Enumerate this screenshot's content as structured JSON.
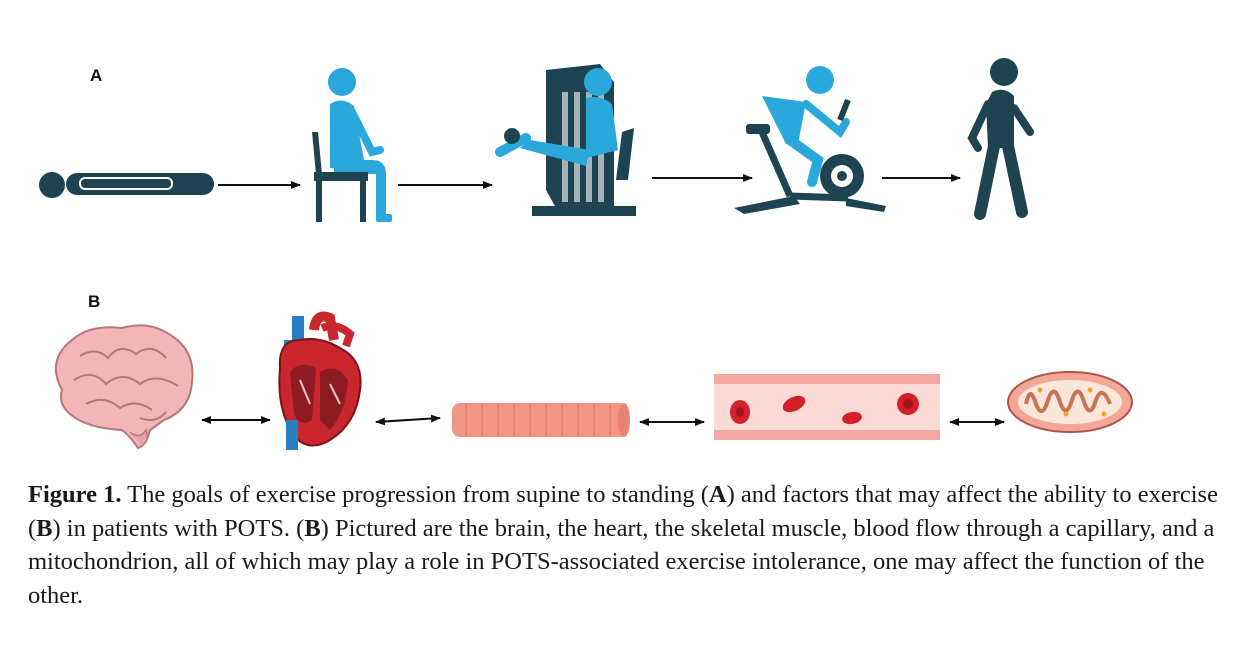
{
  "panels": {
    "a_label": "A",
    "b_label": "B"
  },
  "panel_a": {
    "steps": [
      "supine-person-icon",
      "seated-person-icon",
      "leg-press-person-icon",
      "cycling-person-icon",
      "walking-person-icon"
    ]
  },
  "panel_b": {
    "items": [
      "brain-icon",
      "heart-icon",
      "muscle-icon",
      "capillary-icon",
      "mitochondrion-icon"
    ]
  },
  "caption": {
    "figure_label": "Figure 1.",
    "seg1": " The goals of exercise progression from supine to standing (",
    "ref_a": "A",
    "seg2": ") and factors that may affect the ability to exercise (",
    "ref_b1": "B",
    "seg3": ") in patients with POTS. (",
    "ref_b2": "B",
    "seg4": ") Pictured are the brain, the heart, the skeletal muscle, blood flow through a capillary, and a mitochondrion, all of which may play a role in POTS-associated exercise intolerance, one may affect the function of the other."
  },
  "colors": {
    "light_blue": "#2aa8dc",
    "dark_slate": "#1e4451",
    "brain_pink": "#f2b6b8",
    "heart_red": "#c9272d",
    "muscle_salmon": "#f19585",
    "capillary_pink": "#fbdad6",
    "blood_cell": "#d3202a"
  }
}
